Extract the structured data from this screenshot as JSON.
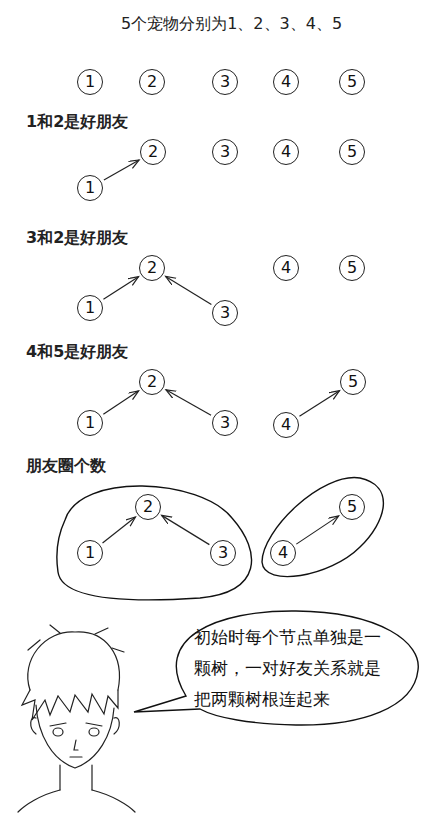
{
  "diagram": {
    "title": "5个宠物分别为1、2、3、4、5",
    "nodes": [
      {
        "text": [
          "1"
        ]
      },
      {
        "text": [
          "2"
        ]
      },
      {
        "text": [
          "3"
        ]
      },
      {
        "text": [
          "4"
        ]
      },
      {
        "text": [
          "5"
        ]
      },
      {
        "text": [
          "2"
        ]
      },
      {
        "text": [
          "3"
        ]
      },
      {
        "text": [
          "4"
        ]
      },
      {
        "text": [
          "5"
        ]
      },
      {
        "text": [
          "1"
        ]
      },
      {
        "text": [
          "2"
        ]
      },
      {
        "text": [
          "4"
        ]
      },
      {
        "text": [
          "5"
        ]
      },
      {
        "text": [
          "1"
        ]
      },
      {
        "text": [
          "3"
        ]
      },
      {
        "text": [
          "2"
        ]
      },
      {
        "text": [
          "5"
        ]
      },
      {
        "text": [
          "1"
        ]
      },
      {
        "text": [
          "3"
        ]
      },
      {
        "text": [
          "4"
        ]
      },
      {
        "text": [
          "2"
        ]
      },
      {
        "text": [
          "5"
        ]
      },
      {
        "text": [
          "1"
        ]
      },
      {
        "text": [
          "3"
        ]
      },
      {
        "text": [
          "4"
        ]
      },
      {
        "text": [
          "初始时每个节点单独是一颗树，一对好友关系就是把两颗树根连起来"
        ]
      }
    ],
    "edges": [
      {
        "from": 9,
        "to": 5,
        "arrow": "to"
      },
      {
        "from": 13,
        "to": 10,
        "arrow": "to"
      },
      {
        "from": 14,
        "to": 10,
        "arrow": "to"
      },
      {
        "from": 17,
        "to": 15,
        "arrow": "to"
      },
      {
        "from": 18,
        "to": 15,
        "arrow": "to"
      },
      {
        "from": 19,
        "to": 16,
        "arrow": "to"
      },
      {
        "from": 22,
        "to": 20,
        "arrow": "to"
      },
      {
        "from": 23,
        "to": 20,
        "arrow": "to"
      },
      {
        "from": 24,
        "to": 21,
        "arrow": "to"
      }
    ],
    "labels": [
      "1和2是好朋友",
      "3和2是好朋友",
      "4和5是好朋友",
      "朋友圈个数"
    ]
  }
}
